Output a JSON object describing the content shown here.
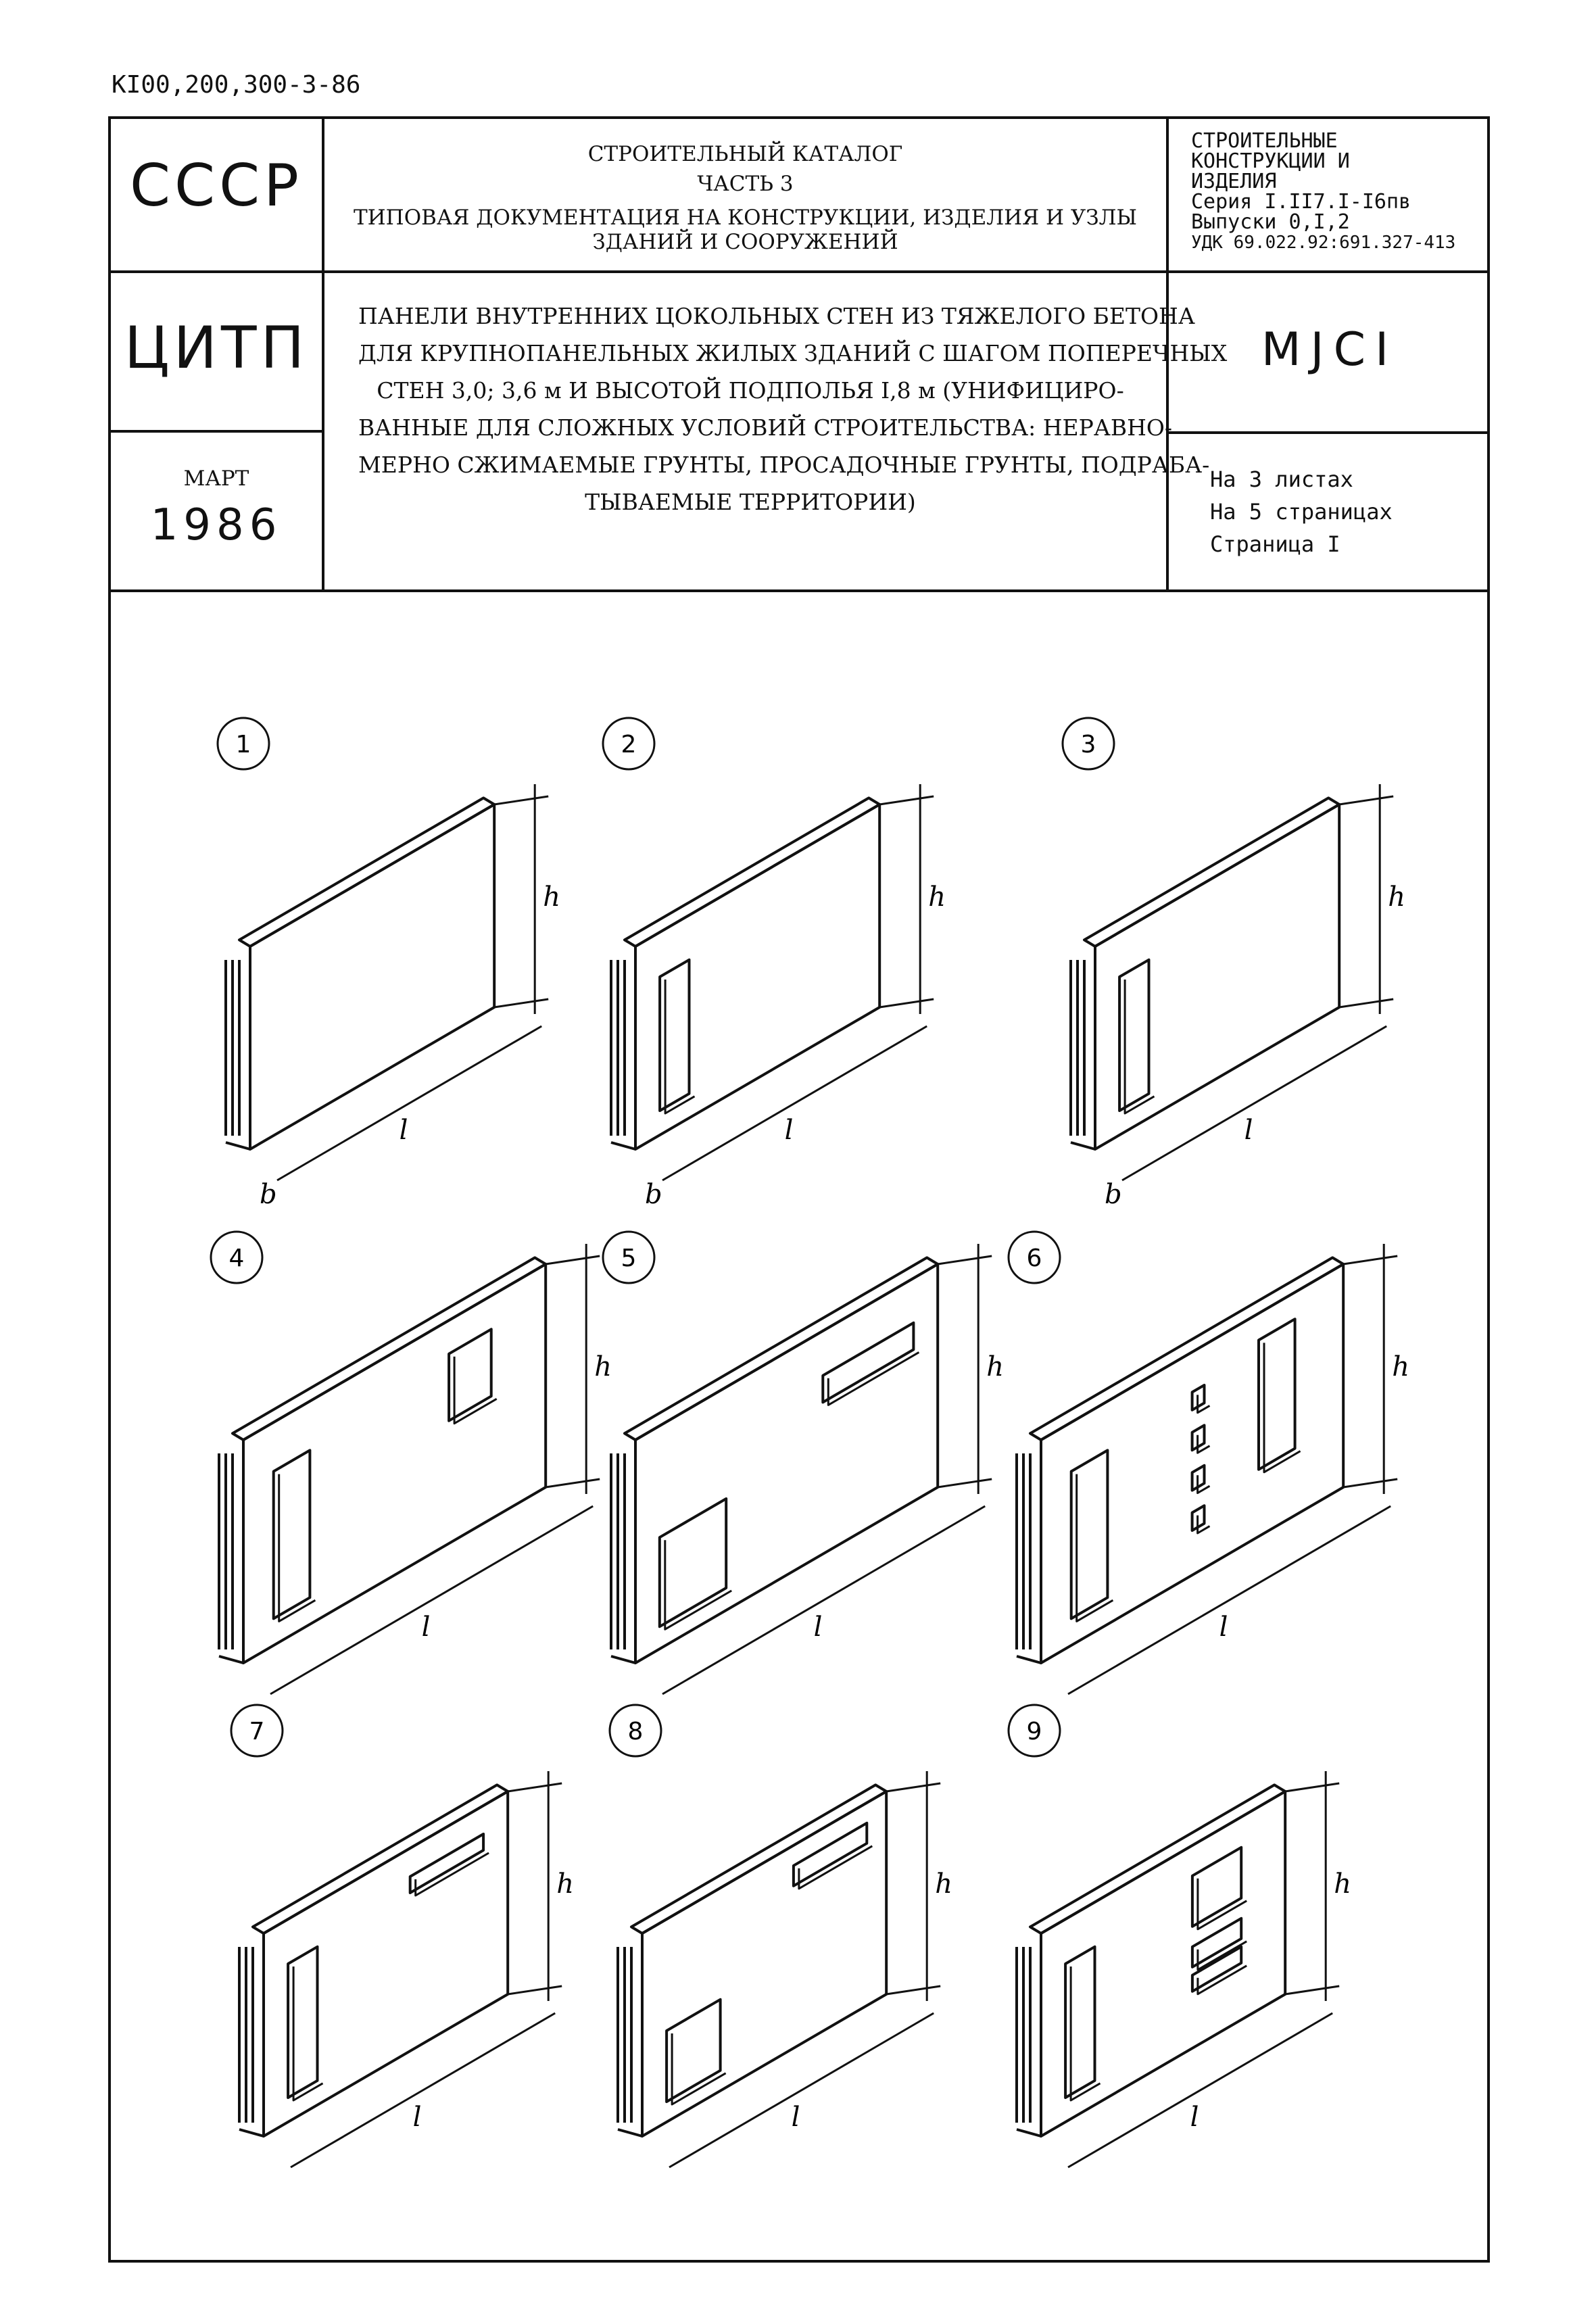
{
  "header": {
    "doc_code": "КI00,200,300-3-86",
    "country": "СССР",
    "org": "ЦИТП",
    "month": "МАРТ",
    "year": "1986",
    "catalog_lines": [
      "СТРОИТЕЛЬНЫЙ КАТАЛОГ",
      "ЧАСТЬ 3",
      "ТИПОВАЯ ДОКУМЕНТАЦИЯ НА КОНСТРУКЦИИ, ИЗДЕЛИЯ И УЗЛЫ",
      "ЗДАНИЙ И СООРУЖЕНИЙ"
    ],
    "section_lines": [
      "СТРОИТЕЛЬНЫЕ",
      "КОНСТРУКЦИИ И",
      "ИЗДЕЛИЯ",
      "Серия I.II7.I-I6пв",
      "Выпуски 0,I,2",
      "УДК 69.022.92:691.327-413"
    ],
    "description_lines": [
      "ПАНЕЛИ ВНУТРЕННИХ ЦОКОЛЬНЫХ СТЕН ИЗ ТЯЖЕЛОГО БЕТОНА",
      "ДЛЯ КРУПНОПАНЕЛЬНЫХ ЖИЛЫХ ЗДАНИЙ С ШАГОМ ПОПЕРЕЧНЫХ",
      "СТЕН 3,0; 3,6 м И ВЫСОТОЙ ПОДПОЛЬЯ I,8 м (УНИФИЦИРО-",
      "ВАННЫЕ ДЛЯ СЛОЖНЫХ УСЛОВИЙ СТРОИТЕЛЬСТВА: НЕРАВНО-",
      "МЕРНО СЖИМАЕМЫЕ ГРУНТЫ, ПРОСАДОЧНЫЕ ГРУНТЫ, ПОДРАБА-",
      "ТЫВАЕМЫЕ ТЕРРИТОРИИ)"
    ],
    "code": "МЈСI",
    "sheets_lines": [
      "На 3 листах",
      "На 5 страницах",
      "Страница I"
    ]
  },
  "drawings": {
    "dim_h": "h",
    "dim_l": "l",
    "dim_b": "b",
    "panels": [
      {
        "number": "1",
        "variant": "plain"
      },
      {
        "number": "2",
        "variant": "tall-window"
      },
      {
        "number": "3",
        "variant": "tall-window"
      },
      {
        "number": "4",
        "variant": "tall-and-small-window"
      },
      {
        "number": "5",
        "variant": "slot-and-window"
      },
      {
        "number": "6",
        "variant": "two-windows-holes"
      },
      {
        "number": "7",
        "variant": "tall-and-slot"
      },
      {
        "number": "8",
        "variant": "window-and-slot"
      },
      {
        "number": "9",
        "variant": "tall-and-openings"
      }
    ]
  }
}
